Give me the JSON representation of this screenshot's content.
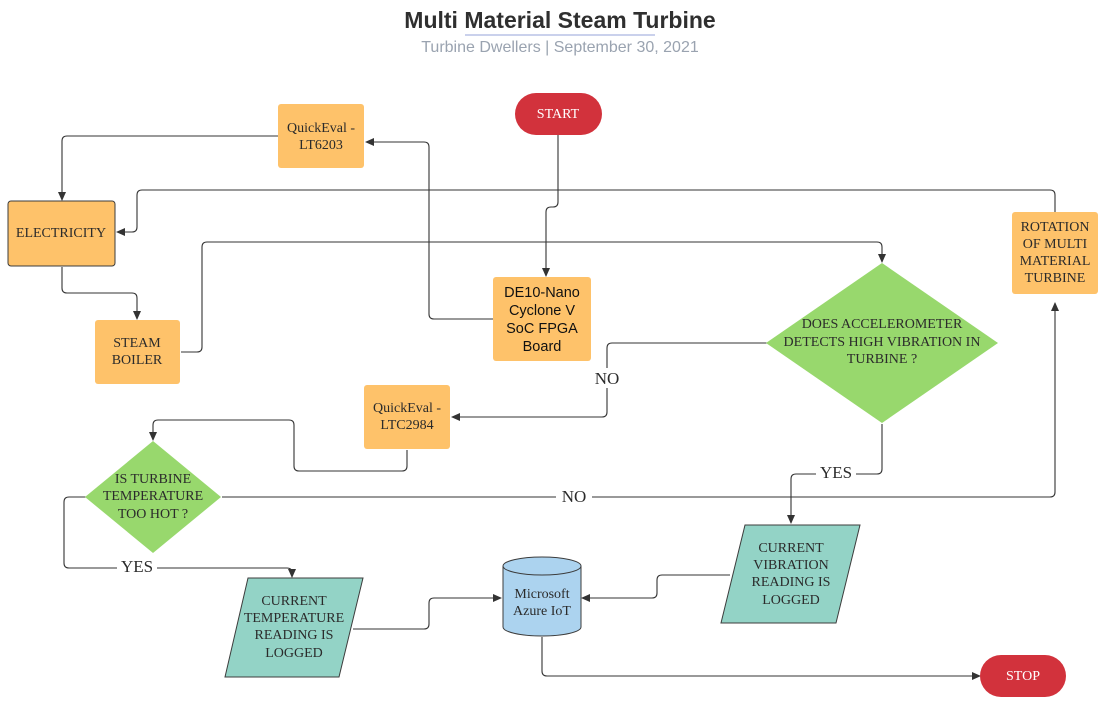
{
  "header": {
    "title": "Multi Material Steam Turbine",
    "subtitle": "Turbine Dwellers  |  September 30, 2021"
  },
  "nodes": {
    "start": "START",
    "stop": "STOP",
    "quickeval_lt6203": [
      "QuickEval -",
      "LT6203"
    ],
    "electricity": "ELECTRICITY",
    "steam_boiler": [
      "STEAM",
      "BOILER"
    ],
    "fpga_board": [
      "DE10-Nano",
      "Cyclone V",
      "SoC FPGA",
      "Board"
    ],
    "rotation": [
      "ROTATION",
      "OF MULTI",
      "MATERIAL",
      "TURBINE"
    ],
    "accelerometer_decision": [
      "DOES ACCELEROMETER",
      "DETECTS HIGH VIBRATION IN",
      "TURBINE ?"
    ],
    "quickeval_ltc2984": [
      "QuickEval -",
      "LTC2984"
    ],
    "temperature_decision": [
      "IS TURBINE",
      "TEMPERATURE",
      "TOO HOT ?"
    ],
    "temperature_log": [
      "CURRENT",
      "TEMPERATURE",
      "READING IS",
      "LOGGED"
    ],
    "azure": [
      "Microsoft",
      "Azure IoT"
    ],
    "vibration_log": [
      "CURRENT",
      "VIBRATION",
      "READING IS",
      "LOGGED"
    ]
  },
  "edge_labels": {
    "accel_no": "NO",
    "accel_yes": "YES",
    "temp_no": "NO",
    "temp_yes": "YES"
  },
  "colors": {
    "process": "#fec26a",
    "decision": "#98d86d",
    "data_log": "#93d3c6",
    "terminal": "#d2323c",
    "database": "#acd3ef"
  }
}
